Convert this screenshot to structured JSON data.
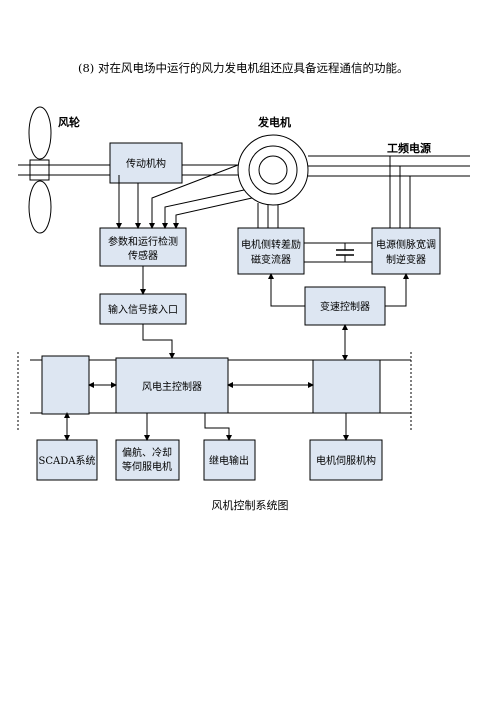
{
  "intro_text": "(8) 对在风电场中运行的风力发电机组还应具备远程通信的功能。",
  "caption": "风机控制系统图",
  "labels": {
    "wind_wheel": "风轮",
    "generator": "发电机",
    "grid_power": "工频电源"
  },
  "blocks": {
    "transmission": [
      "传动机构"
    ],
    "sensors": [
      "参数和运行检测",
      "传感器"
    ],
    "input_interface": [
      "输入信号接入口"
    ],
    "rotor_converter": [
      "电机侧转差励",
      "磁变流器"
    ],
    "grid_inverter": [
      "电源侧脉宽调",
      "制逆变器"
    ],
    "converter_controller": [
      "变速控制器"
    ],
    "main_controller": [
      "风电主控制器"
    ],
    "scada": [
      "SCADA系统"
    ],
    "yaw_cooling": [
      "偏航、冷却",
      "等伺服电机"
    ],
    "relay_output": [
      "继电输出"
    ],
    "motor_servo": [
      "电机伺服机构"
    ]
  },
  "colors": {
    "block_fill": "#dde6f2",
    "line": "#000000"
  }
}
